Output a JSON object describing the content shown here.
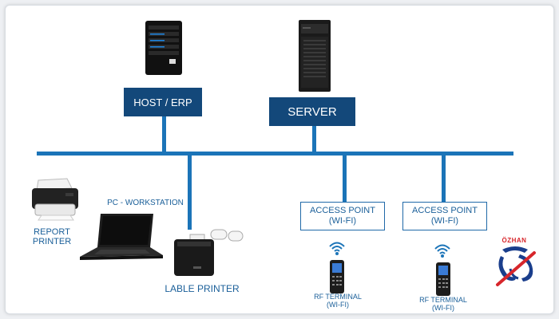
{
  "nodes": {
    "host": {
      "label": "HOST / ERP"
    },
    "server": {
      "label": "SERVER"
    },
    "access_point_1": {
      "line1": "ACCESS POINT",
      "line2": "(WI-FI)"
    },
    "access_point_2": {
      "line1": "ACCESS POINT",
      "line2": "(WI-FI)"
    },
    "report_printer": {
      "line1": "REPORT",
      "line2": "PRINTER"
    },
    "pc_workstation": {
      "label": "PC - WORKSTATION"
    },
    "label_printer": {
      "label": "LABLE PRINTER"
    },
    "rf_terminal_1": {
      "line1": "RF TERMINAL",
      "line2": "(WI-FI)"
    },
    "rf_terminal_2": {
      "line1": "RF TERMINAL",
      "line2": "(WI-FI)"
    }
  },
  "logo": {
    "text": "ÖZHAN"
  },
  "colors": {
    "bus": "#1b74b8",
    "box": "#13487a",
    "text": "#1a5f99",
    "logo_red": "#d7262b",
    "logo_blue": "#1a3e8c"
  },
  "icons": [
    "tower-server-icon",
    "rack-server-icon",
    "laser-printer-icon",
    "laptop-icon",
    "label-printer-icon",
    "wifi-icon",
    "handheld-terminal-icon"
  ]
}
